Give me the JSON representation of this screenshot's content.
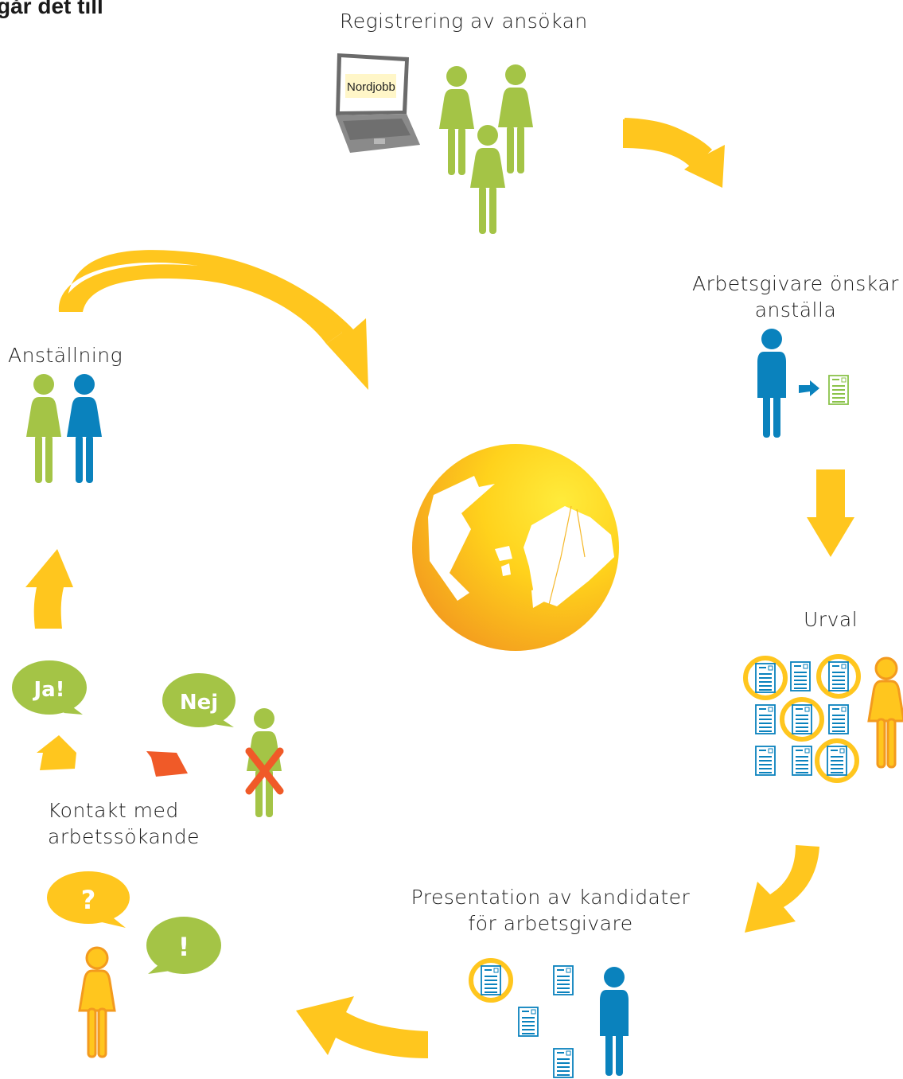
{
  "title": "går det till",
  "steps": {
    "registration": "Registrering av ansökan",
    "employer_line1": "Arbetsgivare önskar",
    "employer_line2": "anställa",
    "selection": "Urval",
    "presentation_line1": "Presentation av kandidater",
    "presentation_line2": "för arbetsgivare",
    "contact_line1": "Kontakt med",
    "contact_line2": "arbetssökande",
    "employment": "Anställning"
  },
  "laptop": {
    "screen_logo": "Nordjobb"
  },
  "document_label": "Nordjobb",
  "bubbles": {
    "yes": "Ja!",
    "no": "Nej",
    "question": "?",
    "exclaim": "!"
  },
  "colors": {
    "yellow": "#FFC61E",
    "green": "#A4C446",
    "blue": "#0A82BD",
    "orange": "#F9A825",
    "red": "#F05A28",
    "text": "#1e1e1e"
  }
}
